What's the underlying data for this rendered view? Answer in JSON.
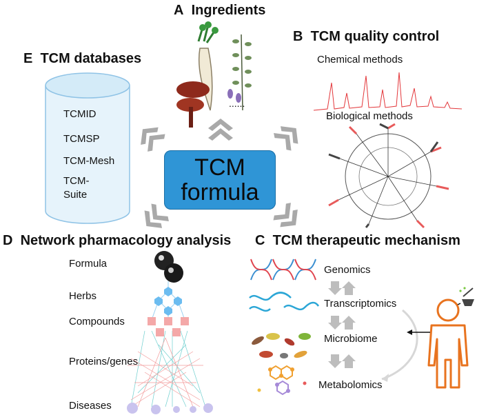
{
  "panels": {
    "a": {
      "letter": "A",
      "title": "Ingredients",
      "ellipsis": "......"
    },
    "b": {
      "letter": "B",
      "title": "TCM quality control",
      "chemical": "Chemical methods",
      "biological": "Biological methods"
    },
    "c": {
      "letter": "C",
      "title": "TCM therapeutic mechanism",
      "omics": [
        "Genomics",
        "Transcriptomics",
        "Microbiome",
        "Metabolomics"
      ]
    },
    "d": {
      "letter": "D",
      "title": "Network pharmacology analysis",
      "levels": [
        "Formula",
        "Herbs",
        "Compounds",
        "Proteins/genes",
        "Diseases"
      ]
    },
    "e": {
      "letter": "E",
      "title": "TCM  databases",
      "databases": [
        "TCMID",
        "TCMSP",
        "TCM-Mesh",
        "TCM-",
        "Suite"
      ]
    }
  },
  "center": {
    "line1": "TCM",
    "line2": "formula"
  },
  "colors": {
    "accent_blue": "#2f95d6",
    "chevron_gray": "#a9a9a9",
    "person_orange": "#e8731f",
    "herb_pink": "#f4a8a8",
    "herb_blue": "#6bbcf0",
    "network_red": "#f29a9a",
    "network_teal": "#6fcfcf"
  }
}
